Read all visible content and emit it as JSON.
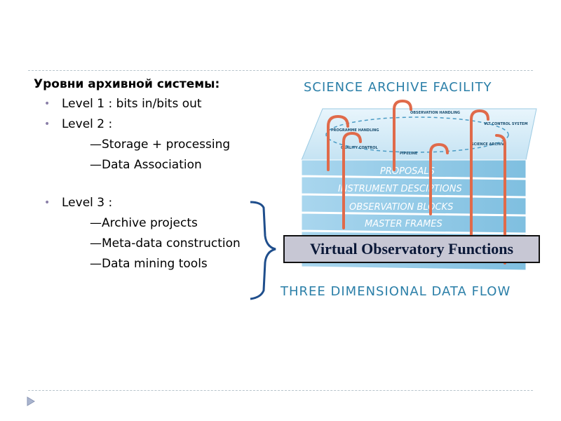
{
  "slide": {
    "heading": "Уровни архивной системы:",
    "level1": "Level 1 : bits in/bits out",
    "level2": "Level 2 :",
    "level2_items": [
      "—Storage + processing",
      "—Data Association"
    ],
    "level3": "Level 3 :",
    "level3_items": [
      "—Archive projects",
      "—Meta-data construction",
      "—Data mining tools"
    ],
    "bullet_glyph": "•"
  },
  "figure": {
    "title": "SCIENCE ARCHIVE FACILITY",
    "footer": "THREE DIMENSIONAL DATA FLOW",
    "layers": [
      "PROPOSALS",
      "INSTRUMENT DESCIPTIONS",
      "OBSERVATION BLOCKS",
      "MASTER FRAMES"
    ],
    "top_labels": {
      "observation_handling": "OBSERVATION HANDLING",
      "programme_handling": "PROGRAMME HANDLING",
      "vlt_control": "VLT CONTROL SYSTEM",
      "quality_control": "QUALITY CONTROL",
      "pipeline": "PIPELINE",
      "science_archive": "SCIENCE ARCHIVE"
    },
    "vo_label": "Virtual Observatory Functions"
  },
  "colors": {
    "figure_text": "#2b7fa8",
    "bracket": "#1f4e8c",
    "box_bg": "#c7c7d4",
    "pipe": "#e06a4a"
  }
}
